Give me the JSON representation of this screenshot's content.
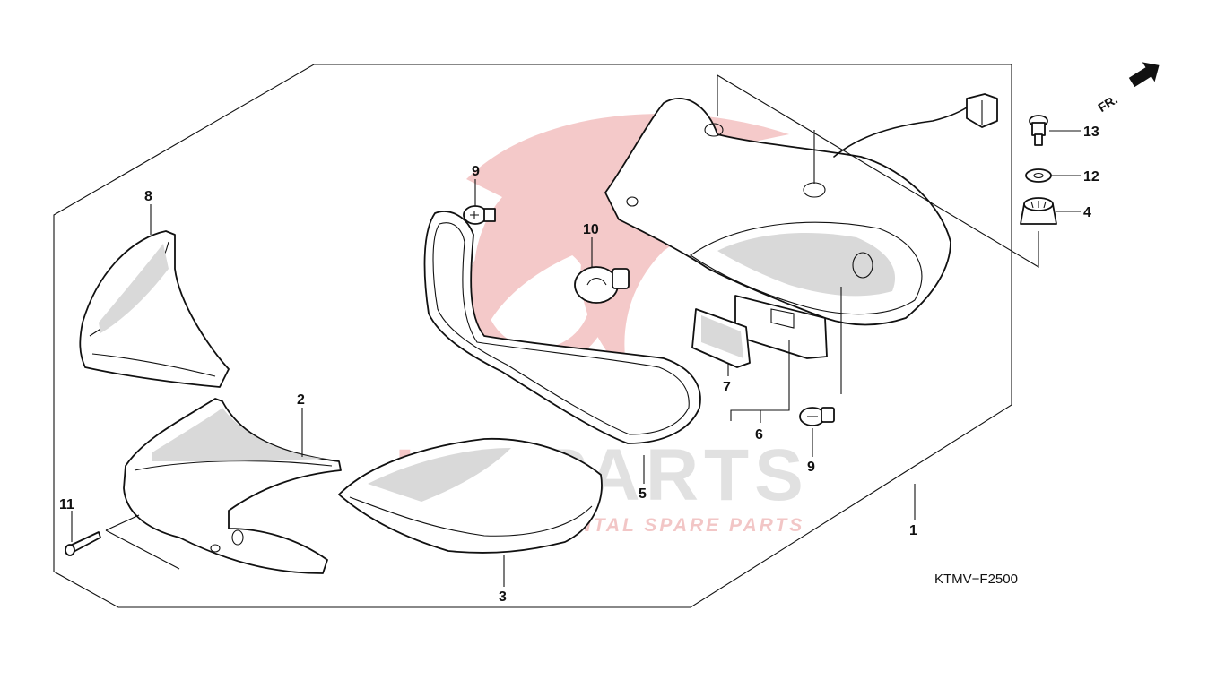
{
  "diagram": {
    "code": "KTMV−F2500",
    "direction_label": "FR.",
    "callouts": [
      {
        "id": "c1",
        "text": "1"
      },
      {
        "id": "c2",
        "text": "2"
      },
      {
        "id": "c3",
        "text": "3"
      },
      {
        "id": "c4",
        "text": "4"
      },
      {
        "id": "c5",
        "text": "5"
      },
      {
        "id": "c6",
        "text": "6"
      },
      {
        "id": "c7",
        "text": "7"
      },
      {
        "id": "c8",
        "text": "8"
      },
      {
        "id": "c9a",
        "text": "9"
      },
      {
        "id": "c9b",
        "text": "9"
      },
      {
        "id": "c10",
        "text": "10"
      },
      {
        "id": "c11",
        "text": "11"
      },
      {
        "id": "c12",
        "text": "12"
      },
      {
        "id": "c13",
        "text": "13"
      }
    ]
  },
  "watermark": {
    "brand_left": "ICS",
    "brand_right": "PARTS",
    "tagline": "INTERCONTINENTAL SPARE PARTS",
    "color_red": "#e05a5a",
    "color_gray": "#cfcfcf"
  },
  "icons": [
    "forward-arrow-icon",
    "ics-logo-icon"
  ]
}
